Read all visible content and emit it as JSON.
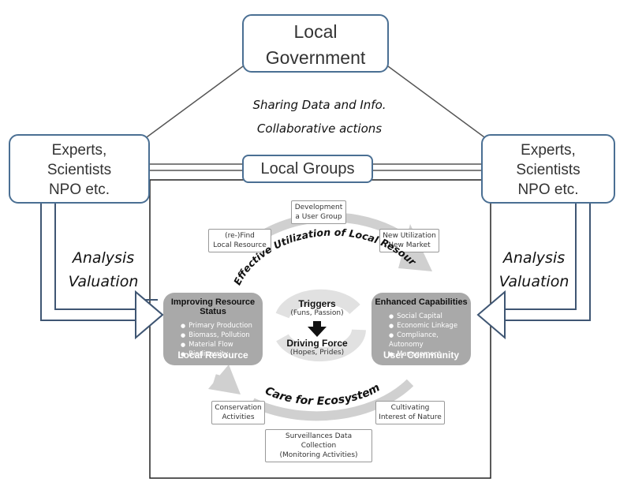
{
  "government": {
    "line1": "Local",
    "line2": "Government"
  },
  "sharing": {
    "line1": "Sharing Data and Info.",
    "line2": "Collaborative actions"
  },
  "experts_left": {
    "line1": "Experts,",
    "line2": "Scientists",
    "line3": "NPO etc."
  },
  "experts_right": {
    "line1": "Experts,",
    "line2": "Scientists",
    "line3": "NPO etc."
  },
  "local_groups": "Local Groups",
  "analysis_left": {
    "line1": "Analysis",
    "line2": "Valuation"
  },
  "analysis_right": {
    "line1": "Analysis",
    "line2": "Valuation"
  },
  "cycle": {
    "development": {
      "line1": "Development",
      "line2": "a User Group"
    },
    "refind": {
      "line1": "(re-)Find",
      "line2": "Local Resource"
    },
    "new_util": {
      "line1": "New Utilization",
      "line2": "New Market"
    },
    "effective": "Effective Utilization of Local Resource",
    "care": "Care for Ecosystems",
    "conservation": {
      "line1": "Conservation",
      "line2": "Activities"
    },
    "cultivating": {
      "line1": "Cultivating",
      "line2": "Interest of Nature"
    },
    "surveillance": {
      "line1": "Surveillances Data Collection",
      "line2": "(Monitoring Activities)"
    }
  },
  "local_resource": {
    "heading": "Improving Resource Status",
    "items": [
      "Primary Production",
      "Biomass, Pollution",
      "Material Flow",
      "Biodiversity"
    ],
    "footer": "Local Resource"
  },
  "user_community": {
    "heading": "Enhanced Capabilities",
    "items": [
      "Social Capital",
      "Economic Linkage",
      "Compliance, Autonomy",
      "Management"
    ],
    "footer": "User Community"
  },
  "center": {
    "triggers": "Triggers",
    "triggers_sub": "(Funs, Passion)",
    "driving": "Driving Force",
    "driving_sub": "(Hopes, Prides)"
  }
}
